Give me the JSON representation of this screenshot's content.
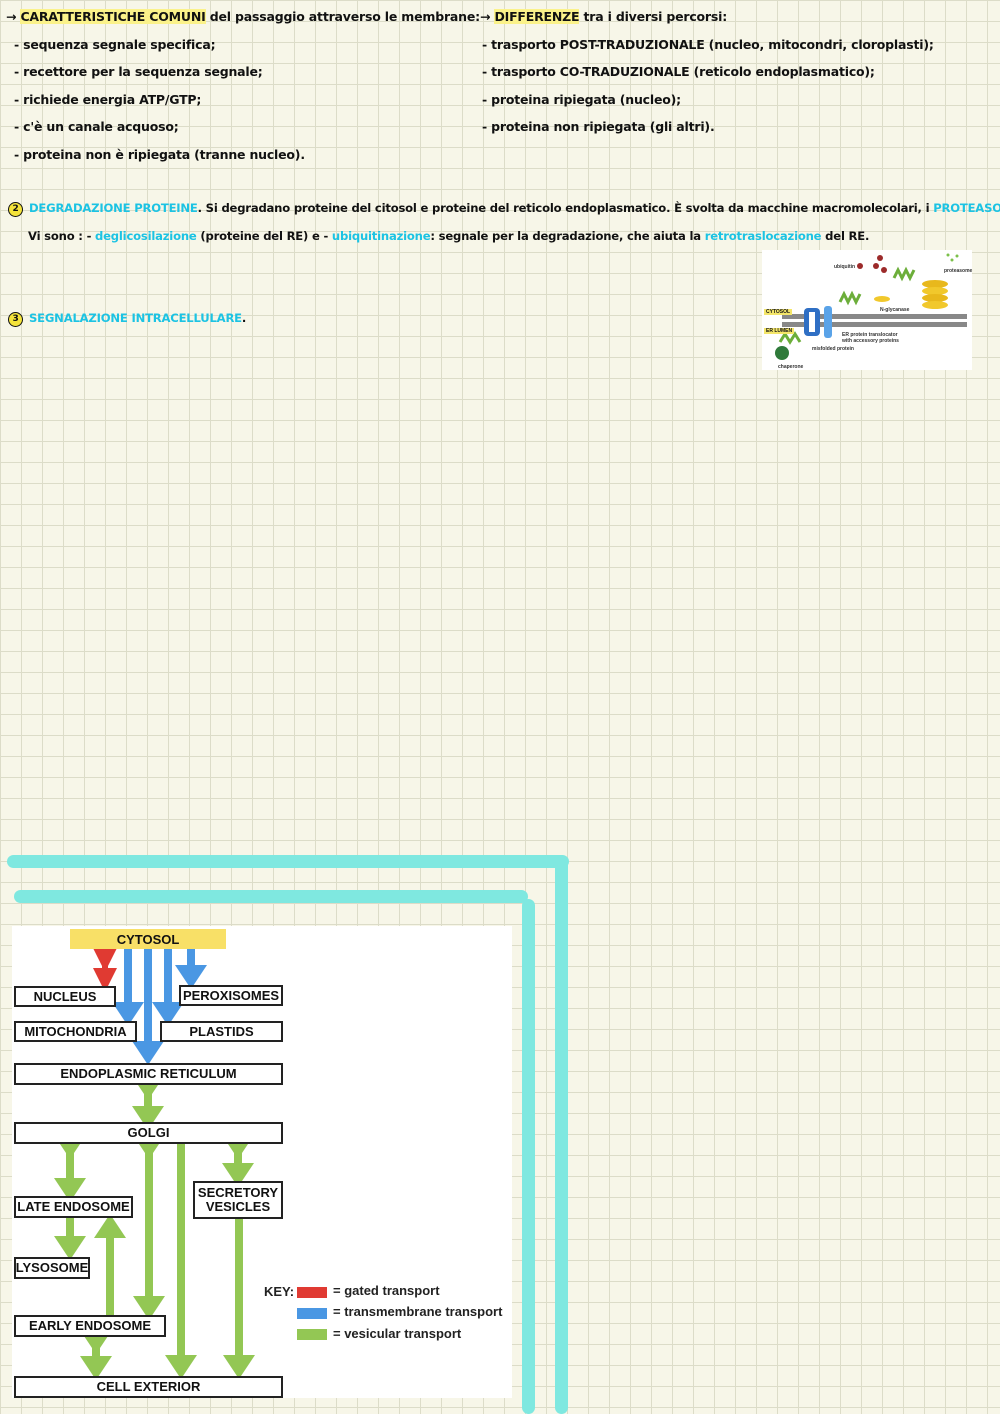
{
  "notes": {
    "left_col": {
      "heading_arrow": "→",
      "heading_hl": "CARATTERISTICHE COMUNI",
      "heading_rest": " del passaggio attraverso le membrane:",
      "items": [
        "- sequenza segnale specifica;",
        "- recettore per la sequenza segnale;",
        "- richiede energia ATP/GTP;",
        "- c'è un canale acquoso;",
        "- proteina non è ripiegata (tranne nucleo)."
      ]
    },
    "right_col": {
      "heading_arrow": "→",
      "heading_hl": "DIFFERENZE",
      "heading_rest": " tra i diversi percorsi:",
      "items": [
        "- trasporto POST-TRADUZIONALE (nucleo, mitocondri, cloroplasti);",
        "- trasporto CO-TRADUZIONALE (reticolo endoplasmatico);",
        "- proteina ripiegata (nucleo);",
        "- proteina non ripiegata (gli altri)."
      ]
    },
    "section2": {
      "num": "2",
      "title": "DEGRADAZIONE PROTEINE",
      "text_a": ". Si degradano proteine del citosol e proteine del reticolo endoplasmatico. È svolta da macchine macromolecolari, i ",
      "term_a": "PROTEASOMI",
      "text_b": ".",
      "line2_a": "Vi sono :  - ",
      "term_b": "deglicosilazione",
      "line2_b": " (proteine del RE) e - ",
      "term_c": "ubiquitinazione",
      "line2_c": ": segnale per la degradazione, che aiuta la ",
      "term_d": "retrotraslocazione",
      "line2_d": " del RE."
    },
    "section3": {
      "num": "3",
      "title": "SEGNALAZIONE INTRACELLULARE",
      "dot": "."
    }
  },
  "small_figure": {
    "labels": {
      "ubiquitin": "ubiquitin",
      "proteasome": "proteasome",
      "n_glycanase": "N-glycanase",
      "cytosol": "CYTOSOL",
      "er_lumen": "ER LUMEN",
      "translocator": "ER protein translocator\nwith accessory proteins",
      "misfolded": "misfolded protein",
      "chaperone": "chaperone"
    }
  },
  "diagram": {
    "cytosol": "CYTOSOL",
    "nucleus": "NUCLEUS",
    "peroxisomes": "PEROXISOMES",
    "mitochondria": "MITOCHONDRIA",
    "plastids": "PLASTIDS",
    "er": "ENDOPLASMIC RETICULUM",
    "golgi": "GOLGI",
    "late_endosome": "LATE ENDOSOME",
    "secretory_vesicles": "SECRETORY VESICLES",
    "lysosome": "LYSOSOME",
    "early_endosome": "EARLY ENDOSOME",
    "cell_exterior": "CELL EXTERIOR",
    "key": {
      "title": "KEY:",
      "gated": "= gated transport",
      "transmembrane": "= transmembrane transport",
      "vesicular": "= vesicular transport"
    },
    "colors": {
      "gated": "#e03a32",
      "transmembrane": "#4a97e3",
      "vesicular": "#93c754",
      "cytosol": "#f8e067"
    }
  }
}
